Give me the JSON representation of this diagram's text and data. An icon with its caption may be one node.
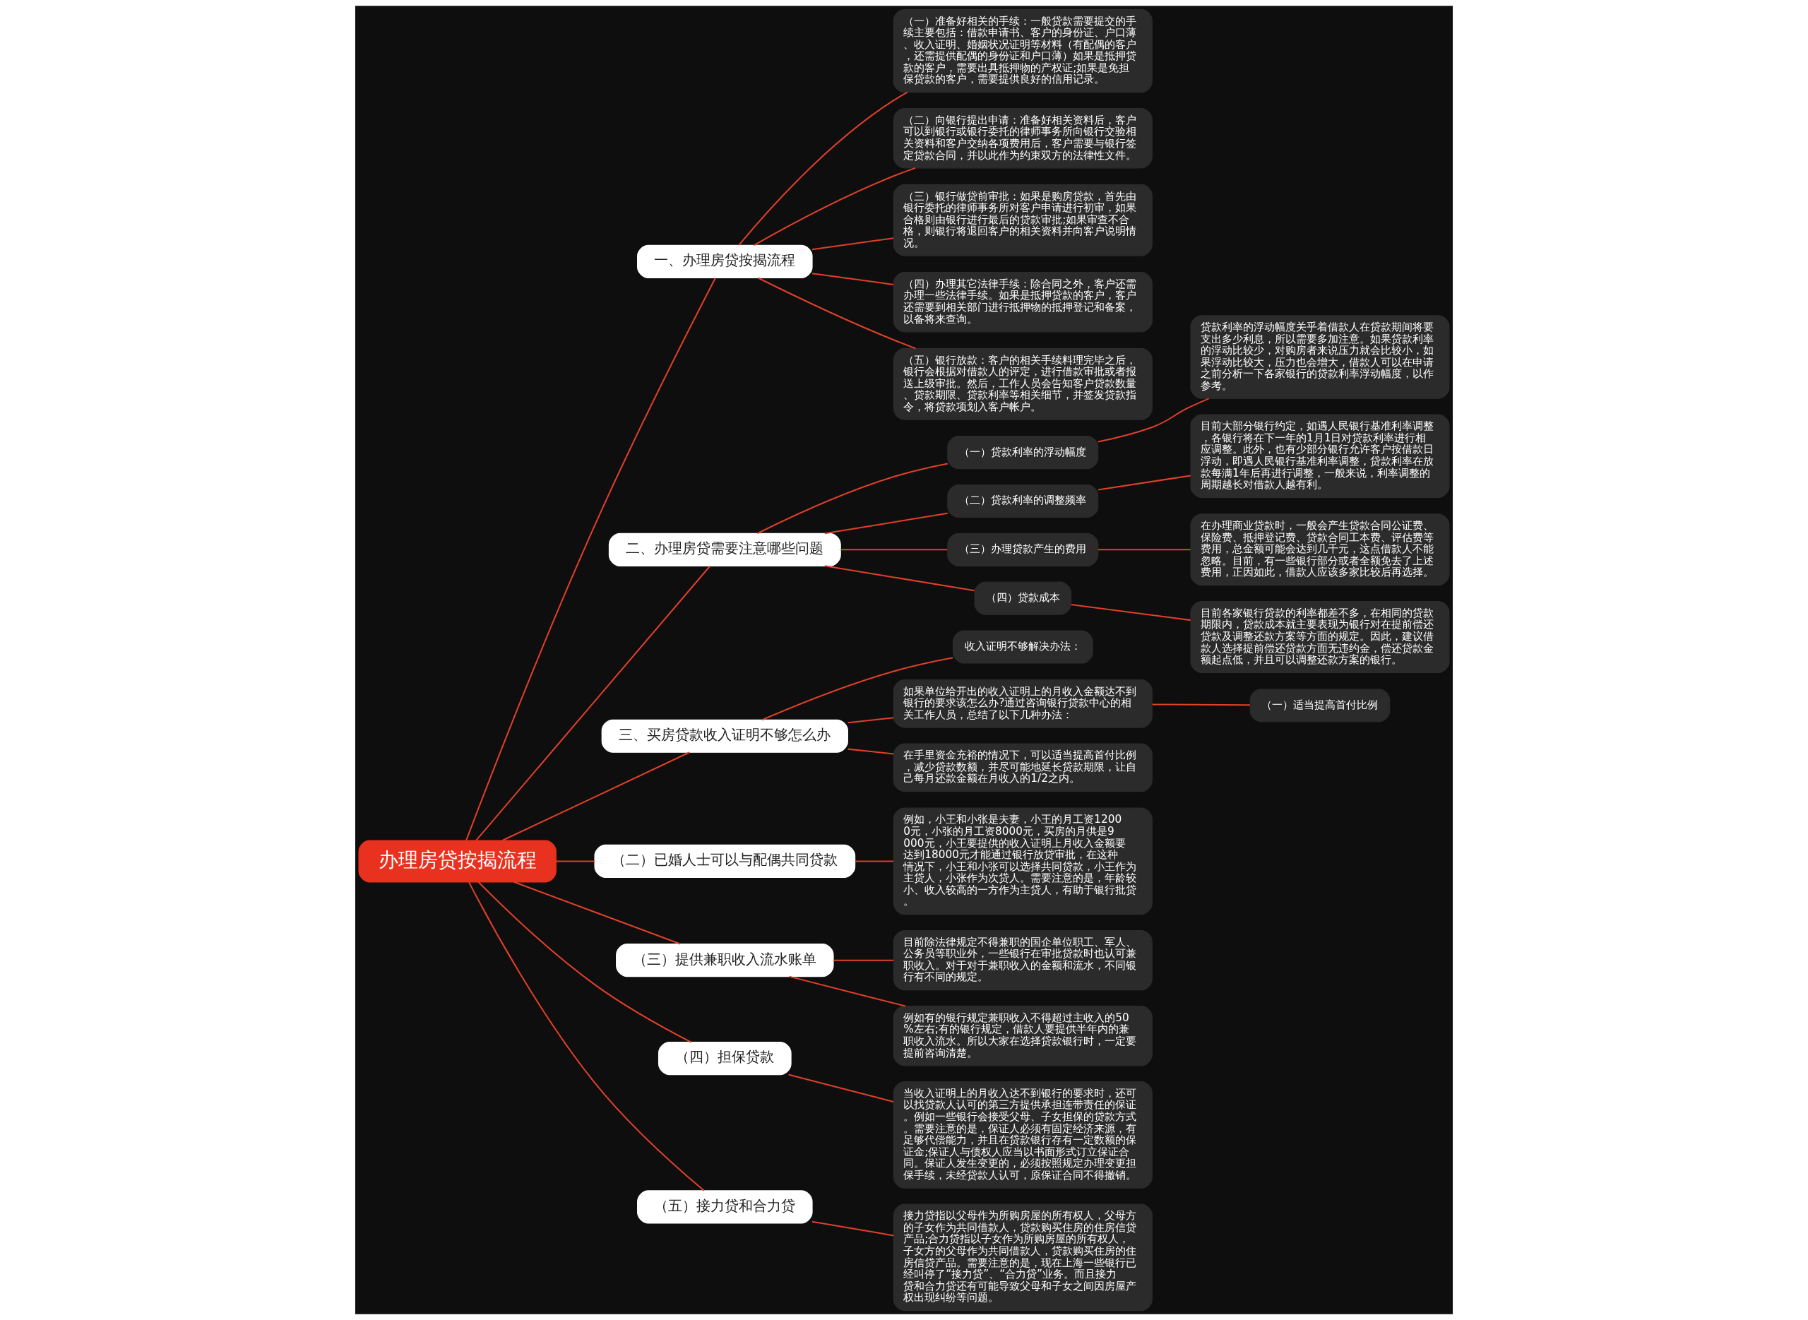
{
  "diagram": {
    "nodes": [
      {
        "text": [
          "办理房贷按揭流程"
        ]
      },
      {
        "text": [
          "一、办理房贷按揭流程"
        ]
      },
      {
        "text": [
          "（一）准备好相关的手续：一般贷款需要提交的手续主要包括：借款申请书、客户的身份证、户口薄、收入证明、婚姻状况证明等材料（有配偶的客户，还需提供配偶的身份证和户口薄）如果是抵押贷款的客户，需要出具抵押物的产权证;如果是免担保贷款的客户，需要提供良好的信用记录。"
        ]
      },
      {
        "text": [
          "（二）向银行提出申请：准备好相关资料后，客户可以到银行或银行委托的律师事务所向银行交验相关资料和客户交纳各项费用后，客户需要与银行签定贷款合同，并以此作为约束双方的法律性文件。"
        ]
      },
      {
        "text": [
          "（三）银行做贷前审批：如果是购房贷款，首先由银行委托的律师事务所对客户申请进行初审，如果合格则由银行进行最后的贷款审批;如果审查不合格，则银行将退回客户的相关资料并向客户说明情况。"
        ]
      },
      {
        "text": [
          "（四）办理其它法律手续：除合同之外，客户还需办理一些法律手续。如果是抵押贷款的客户，客户还需要到相关部门进行抵押物的抵押登记和备案，以备将来查询。"
        ]
      },
      {
        "text": [
          "（五）银行放款：客户的相关手续料理完毕之后，银行会根据对借款人的评定，进行借款审批或者报送上级审批。然后，工作人员会告知客户贷款数量、贷款期限、贷款利率等相关细节，并签发贷款指令，将贷款项划入客户帐户。"
        ]
      },
      {
        "text": [
          "二、办理房贷需要注意哪些问题"
        ]
      },
      {
        "text": [
          "（一）贷款利率的浮动幅度"
        ]
      },
      {
        "text": [
          "贷款利率的浮动幅度关乎着借款人在贷款期间将要支出多少利息，所以需要多加注意。如果贷款利率的浮动比较少，对购房者来说压力就会比较小，如果浮动比较大，压力也会增大，借款人可以在申请之前分析一下各家银行的贷款利率浮动幅度，以作参考。"
        ]
      },
      {
        "text": [
          "（二）贷款利率的调整频率"
        ]
      },
      {
        "text": [
          "目前大部分银行约定，如遇人民银行基准利率调整，各银行将在下一年的1月1日对贷款利率进行相应调整。此外，也有少部分银行允许客户按借款日浮动，即遇人民银行基准利率调整，贷款利率在放款每满1年后再进行调整，一般来说，利率调整的周期越长对借款人越有利。"
        ]
      },
      {
        "text": [
          "（三）办理贷款产生的费用"
        ]
      },
      {
        "text": [
          "在办理商业贷款时，一般会产生贷款合同公证费、保险费、抵押登记费、贷款合同工本费、评估费等费用，总金额可能会达到几千元，这点借款人不能忽略。目前，有一些银行部分或者全额免去了上述费用，正因如此，借款人应该多家比较后再选择。"
        ]
      },
      {
        "text": [
          "（四）贷款成本"
        ]
      },
      {
        "text": [
          "目前各家银行贷款的利率都差不多，在相同的贷款期限内，贷款成本就主要表现为银行对在提前偿还贷款及调整还款方案等方面的规定。因此，建议借款人选择提前偿还贷款方面无违约金，偿还贷款金额起点低，并且可以调整还款方案的银行。"
        ]
      },
      {
        "text": [
          "三、买房贷款收入证明不够怎么办"
        ]
      },
      {
        "text": [
          "收入证明不够解决办法："
        ]
      },
      {
        "text": [
          "如果单位给开出的收入证明上的月收入金额达不到银行的要求该怎么办?通过咨询银行贷款中心的相关工作人员，总结了以下几种办法："
        ]
      },
      {
        "text": [
          "（一）适当提高首付比例"
        ]
      },
      {
        "text": [
          "在手里资金充裕的情况下，可以适当提高首付比例，减少贷款数额，并尽可能地延长贷款期限，让自己每月还款金额在月收入的1/2之内。"
        ]
      },
      {
        "text": [
          "（二）已婚人士可以与配偶共同贷款"
        ]
      },
      {
        "text": [
          "例如，小王和小张是夫妻，小王的月工资12000元，小张的月工资8000元，买房的月供是9000元，小王要提供的收入证明上月收入金额要达到18000元才能通过银行放贷审批，在这种情况下，小王和小张可以选择共同贷款，小王作为主贷人，小张作为次贷人。需要注意的是，年龄较小、收入较高的一方作为主贷人，有助于银行批贷。"
        ]
      },
      {
        "text": [
          "（三）提供兼职收入流水账单"
        ]
      },
      {
        "text": [
          "目前除法律规定不得兼职的国企单位职工、军人、公务员等职业外，一些银行在审批贷款时也认可兼职收入。对于对于兼职收入的金额和流水，不同银行有不同的规定。"
        ]
      },
      {
        "text": [
          "例如有的银行规定兼职收入不得超过主收入的50%左右;有的银行规定，借款人要提供半年内的兼职收入流水。所以大家在选择贷款银行时，一定要提前咨询清楚。"
        ]
      },
      {
        "text": [
          "（四）担保贷款"
        ]
      },
      {
        "text": [
          "当收入证明上的月收入达不到银行的要求时，还可以找贷款人认可的第三方提供承担连带责任的保证。例如一些银行会接受父母、子女担保的贷款方式。需要注意的是，保证人必须有固定经济来源，有足够代偿能力，并且在贷款银行存有一定数额的保证金;保证人与债权人应当以书面形式订立保证合同。保证人发生变更的，必须按照规定办理变更担保手续，未经贷款人认可，原保证合同不得撤销。"
        ]
      },
      {
        "text": [
          "（五）接力贷和合力贷"
        ]
      },
      {
        "text": [
          "接力贷指以父母作为所购房屋的所有权人，父母方的子女作为共同借款人，贷款购买住房的住房信贷产品;合力贷指以子女作为所购房屋的所有权人，子女方的父母作为共同借款人，贷款购买住房的住房信贷产品。需要注意的是，现在上海一些银行已经叫停了“接力贷”、“合力贷”业务。而且接力贷和合力贷还有可能导致父母和子女之间因房屋产权出现纠纷等问题。"
        ]
      }
    ],
    "edges": [
      {
        "from": 0,
        "to": 1,
        "arrow": "none"
      },
      {
        "from": 1,
        "to": 2,
        "arrow": "none"
      },
      {
        "from": 1,
        "to": 3,
        "arrow": "none"
      },
      {
        "from": 1,
        "to": 4,
        "arrow": "none"
      },
      {
        "from": 1,
        "to": 5,
        "arrow": "none"
      },
      {
        "from": 1,
        "to": 6,
        "arrow": "none"
      },
      {
        "from": 0,
        "to": 7,
        "arrow": "none"
      },
      {
        "from": 7,
        "to": 8,
        "arrow": "none"
      },
      {
        "from": 8,
        "to": 9,
        "arrow": "none"
      },
      {
        "from": 7,
        "to": 10,
        "arrow": "none"
      },
      {
        "from": 10,
        "to": 11,
        "arrow": "none"
      },
      {
        "from": 7,
        "to": 12,
        "arrow": "none"
      },
      {
        "from": 12,
        "to": 13,
        "arrow": "none"
      },
      {
        "from": 7,
        "to": 14,
        "arrow": "none"
      },
      {
        "from": 14,
        "to": 15,
        "arrow": "none"
      },
      {
        "from": 0,
        "to": 16,
        "arrow": "none"
      },
      {
        "from": 16,
        "to": 17,
        "arrow": "none"
      },
      {
        "from": 16,
        "to": 18,
        "arrow": "none"
      },
      {
        "from": 18,
        "to": 19,
        "arrow": "none"
      },
      {
        "from": 16,
        "to": 20,
        "arrow": "none"
      },
      {
        "from": 0,
        "to": 21,
        "arrow": "none"
      },
      {
        "from": 21,
        "to": 22,
        "arrow": "none"
      },
      {
        "from": 0,
        "to": 23,
        "arrow": "none"
      },
      {
        "from": 23,
        "to": 24,
        "arrow": "none"
      },
      {
        "from": 23,
        "to": 25,
        "arrow": "none"
      },
      {
        "from": 0,
        "to": 26,
        "arrow": "none"
      },
      {
        "from": 26,
        "to": 27,
        "arrow": "none"
      },
      {
        "from": 0,
        "to": 28,
        "arrow": "none"
      },
      {
        "from": 28,
        "to": 29,
        "arrow": "none"
      }
    ]
  }
}
